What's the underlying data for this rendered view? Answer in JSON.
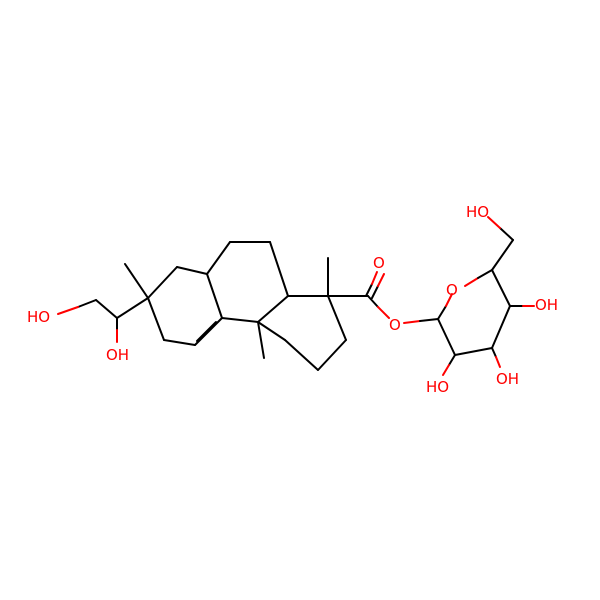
{
  "colors": {
    "background": "#ffffff",
    "carbon_bond": "#000000",
    "oxygen": "#ff0000"
  },
  "labels": {
    "ho_terminal": "HO",
    "oh_side_chain": "OH",
    "ho_hydroxymethyl": "HO",
    "carbonyl_o": "O",
    "ester_o": "O",
    "ring_o": "O",
    "oh_c4": "OH",
    "oh_c3": "OH",
    "ho_c2": "HO"
  }
}
